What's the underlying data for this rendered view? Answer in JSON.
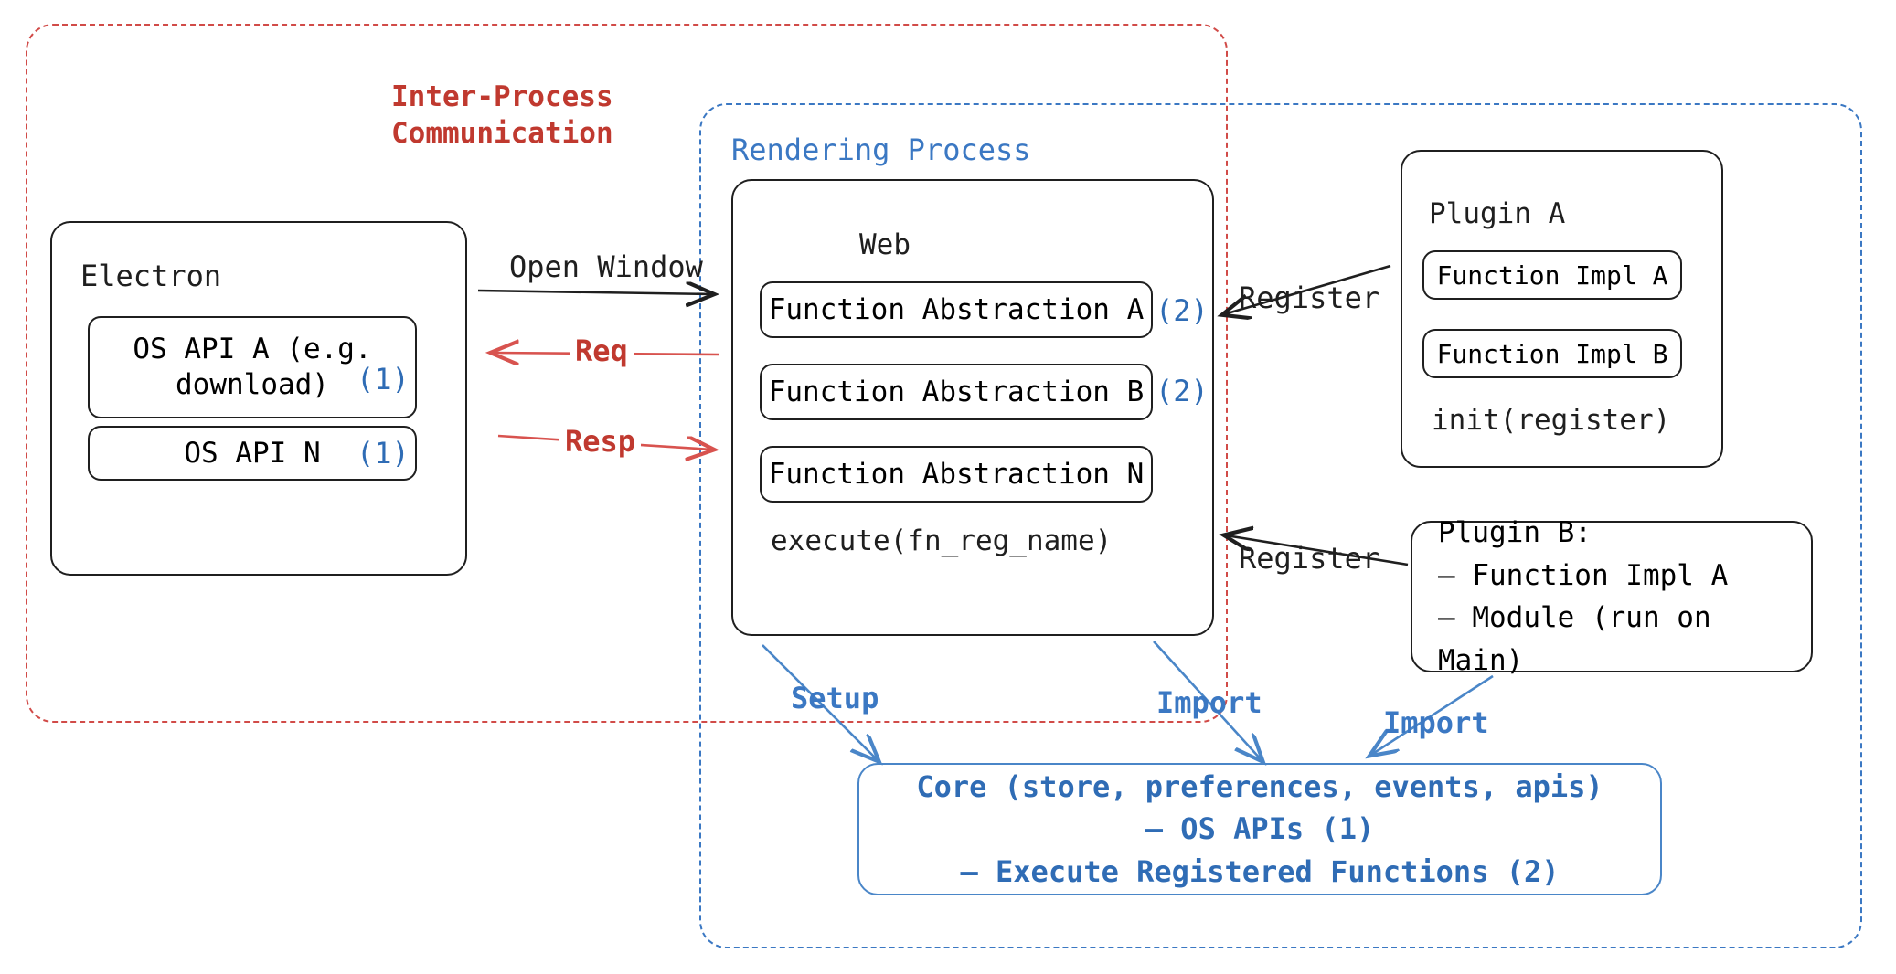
{
  "diagram": {
    "title": "Electron plugin architecture",
    "colors": {
      "ipc_red": "#c0392f",
      "render_blue": "#3b78c3",
      "core_blue": "#2f6cb5",
      "ink": "#1f1f1f"
    }
  },
  "containers": {
    "ipc": {
      "label": "Inter-Process\nCommunication",
      "style": "dashed-red"
    },
    "rendering": {
      "label": "Rendering Process",
      "style": "dashed-blue"
    }
  },
  "electron": {
    "title": "Electron",
    "apis": [
      {
        "label": "OS API A (e.g.\ndownload)",
        "marker": "(1)"
      },
      {
        "label": "OS API N",
        "marker": "(1)"
      }
    ]
  },
  "web": {
    "title": "Web",
    "abstractions": [
      {
        "label": "Function Abstraction A",
        "marker": "(2)"
      },
      {
        "label": "Function Abstraction B",
        "marker": "(2)"
      },
      {
        "label": "Function Abstraction N",
        "marker": ""
      }
    ],
    "footer": "execute(fn_reg_name)"
  },
  "plugin_a": {
    "title": "Plugin A",
    "impls": [
      {
        "label": "Function Impl A"
      },
      {
        "label": "Function Impl B"
      }
    ],
    "footer": "init(register)"
  },
  "plugin_b": {
    "title": "Plugin B:",
    "lines": [
      "– Function Impl A",
      "– Module (run on Main)"
    ]
  },
  "core": {
    "line1": "Core (store, preferences, events, apis)",
    "line2": "– OS APIs (1)",
    "line3": "– Execute Registered Functions (2)"
  },
  "edges": {
    "open_window": "Open Window",
    "req": "Req",
    "resp": "Resp",
    "register_a": "Register",
    "register_b": "Register",
    "setup": "Setup",
    "import_web": "Import",
    "import_plugin_b": "Import"
  }
}
